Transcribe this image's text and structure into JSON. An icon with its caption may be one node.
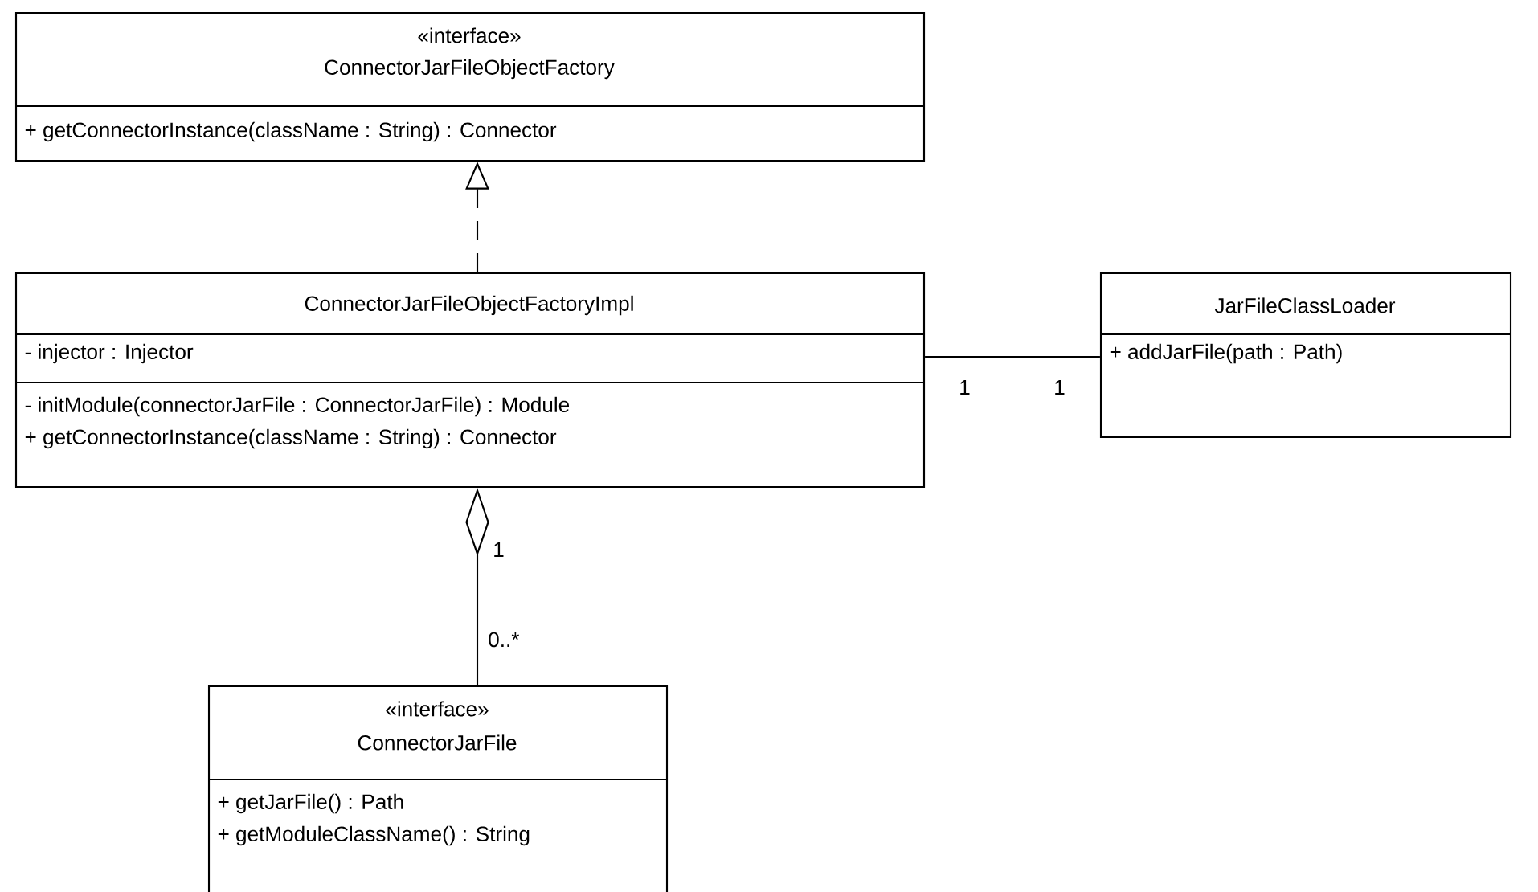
{
  "diagram": {
    "nodes": [
      {
        "text": [
          "«interface»",
          "ConnectorJarFileObjectFactory",
          "+ getConnectorInstance(className : String) : Connector"
        ]
      },
      {
        "text": [
          "ConnectorJarFileObjectFactoryImpl",
          "- injector : Injector",
          "- initModule(connectorJarFile : ConnectorJarFile) : Module",
          "+ getConnectorInstance(className : String) : Connector"
        ]
      },
      {
        "text": [
          "JarFileClassLoader",
          "+ addJarFile(path : Path)"
        ]
      },
      {
        "text": [
          "«interface»",
          "ConnectorJarFile",
          "+ getJarFile() : Path",
          "+ getModuleClassName() : String"
        ]
      }
    ],
    "edges": [
      {
        "from": 1,
        "to": 0,
        "arrow": "to",
        "style": "dashed"
      },
      {
        "from": 1,
        "to": 2,
        "arrow": "none"
      },
      {
        "from": 1,
        "to": 3,
        "arrow": "other"
      }
    ],
    "labels": [
      "1",
      "1",
      "1",
      "0..*"
    ]
  }
}
